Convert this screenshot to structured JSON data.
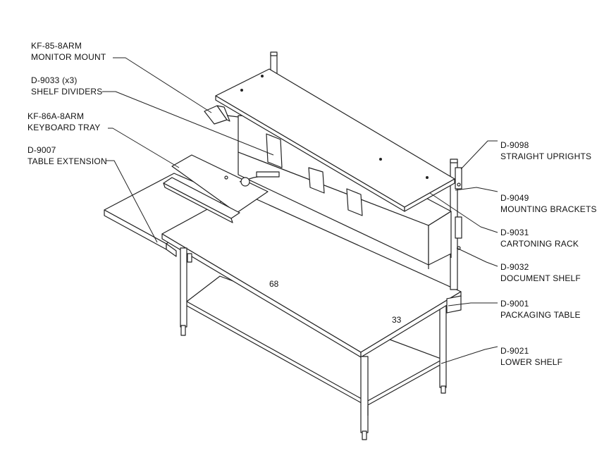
{
  "callouts": [
    {
      "part": "KF-85-8ARM",
      "desc": "MONITOR MOUNT"
    },
    {
      "part": "D-9033 (x3)",
      "desc": "SHELF DIVIDERS"
    },
    {
      "part": "KF-86A-8ARM",
      "desc": "KEYBOARD TRAY"
    },
    {
      "part": "D-9007",
      "desc": "TABLE EXTENSION"
    },
    {
      "part": "D-9098",
      "desc": "STRAIGHT UPRIGHTS"
    },
    {
      "part": "D-9049",
      "desc": "MOUNTING BRACKETS"
    },
    {
      "part": "D-9031",
      "desc": "CARTONING RACK"
    },
    {
      "part": "D-9032",
      "desc": "DOCUMENT SHELF"
    },
    {
      "part": "D-9001",
      "desc": "PACKAGING TABLE"
    },
    {
      "part": "D-9021",
      "desc": "LOWER SHELF"
    }
  ],
  "dimensions": {
    "length": "68",
    "depth": "33"
  }
}
